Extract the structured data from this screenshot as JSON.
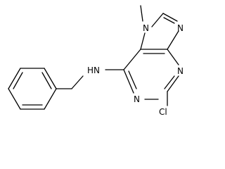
{
  "molecule": {
    "atoms": {
      "n7": "N",
      "methyl": "CH3",
      "n9": "N",
      "n3": "N",
      "n1": "N",
      "cl": "Cl",
      "nh": "HN"
    }
  }
}
